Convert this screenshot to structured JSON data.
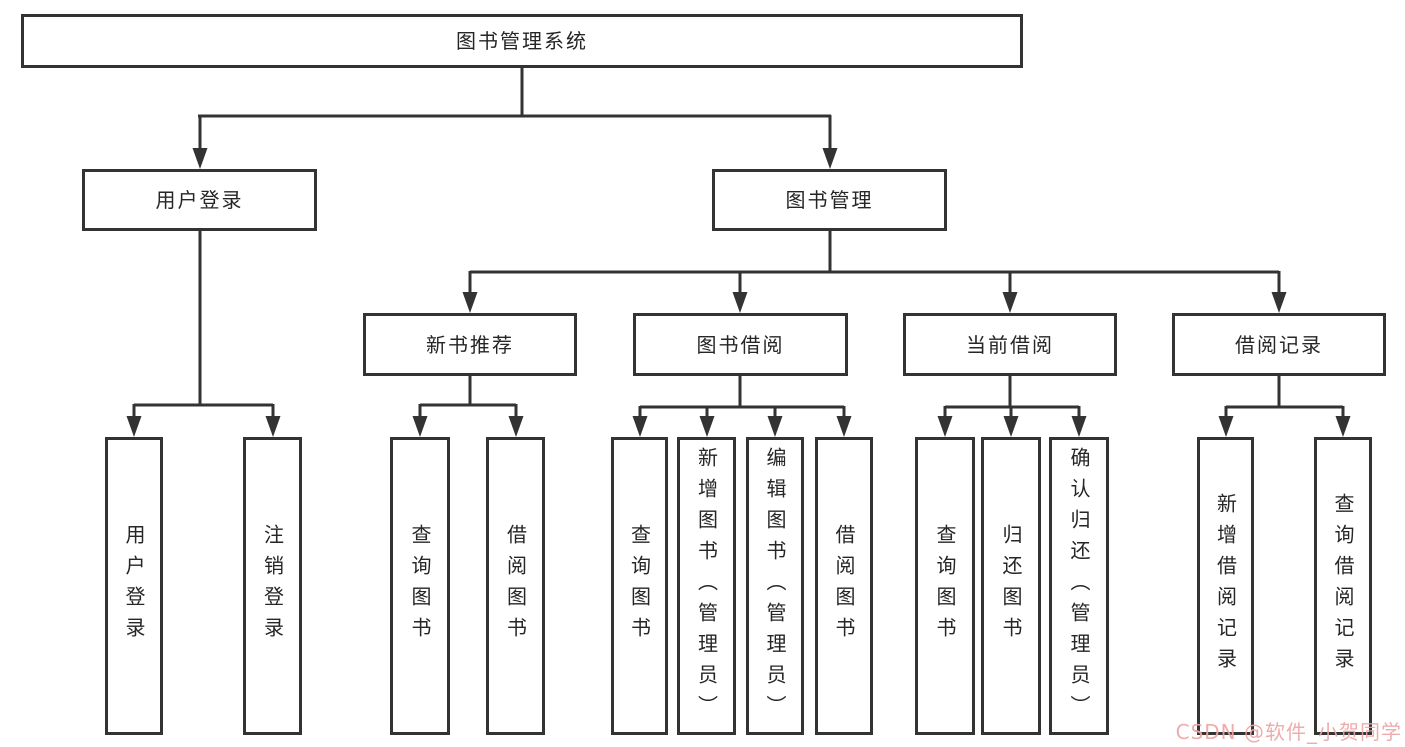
{
  "colors": {
    "line": "#333333",
    "text": "#262626",
    "background": "#ffffff",
    "watermark": "#eda6a6"
  },
  "tree": {
    "root": "图书管理系统",
    "branches": [
      {
        "label": "用户登录",
        "children": [
          "用户登录",
          "注销登录"
        ]
      },
      {
        "label": "图书管理",
        "groups": [
          {
            "label": "新书推荐",
            "children": [
              "查询图书",
              "借阅图书"
            ]
          },
          {
            "label": "图书借阅",
            "children": [
              "查询图书",
              "新增图书（管理员）",
              "编辑图书（管理员）",
              "借阅图书"
            ]
          },
          {
            "label": "当前借阅",
            "children": [
              "查询图书",
              "归还图书",
              "确认归还（管理员）"
            ]
          },
          {
            "label": "借阅记录",
            "children": [
              "新增借阅记录",
              "查询借阅记录"
            ]
          }
        ]
      }
    ]
  },
  "watermark": {
    "text": "CSDN @软件_小贺同学"
  }
}
